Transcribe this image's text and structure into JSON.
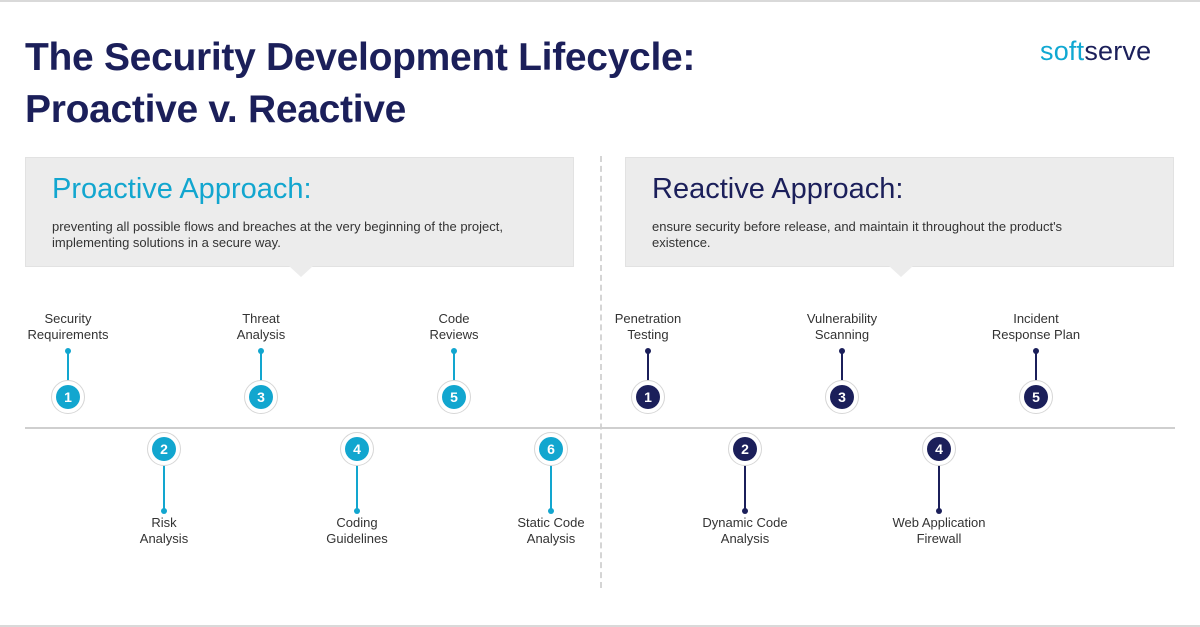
{
  "title": {
    "line1": "The Security Development Lifecycle:",
    "line2": "Proactive v. Reactive"
  },
  "logo": {
    "part1": "soft",
    "part2": "serve"
  },
  "colors": {
    "proactive": "#12a6cf",
    "reactive": "#1b1f5a",
    "title": "#1b1f5a"
  },
  "proactive": {
    "heading": "Proactive Approach:",
    "description": "preventing all possible flows and breaches at the very beginning of the project, implementing solutions in a secure way."
  },
  "reactive": {
    "heading": "Reactive Approach:",
    "description": "ensure security before release, and maintain it throughout the product's existence."
  },
  "steps": [
    {
      "group": "proactive",
      "num": "1",
      "label": "Security\nRequirements",
      "pos": "up"
    },
    {
      "group": "proactive",
      "num": "2",
      "label": "Risk\nAnalysis",
      "pos": "down"
    },
    {
      "group": "proactive",
      "num": "3",
      "label": "Threat\nAnalysis",
      "pos": "up"
    },
    {
      "group": "proactive",
      "num": "4",
      "label": "Coding\nGuidelines",
      "pos": "down"
    },
    {
      "group": "proactive",
      "num": "5",
      "label": "Code\nReviews",
      "pos": "up"
    },
    {
      "group": "proactive",
      "num": "6",
      "label": "Static Code\nAnalysis",
      "pos": "down"
    },
    {
      "group": "reactive",
      "num": "1",
      "label": "Penetration\nTesting",
      "pos": "up"
    },
    {
      "group": "reactive",
      "num": "2",
      "label": "Dynamic Code\nAnalysis",
      "pos": "down"
    },
    {
      "group": "reactive",
      "num": "3",
      "label": "Vulnerability\nScanning",
      "pos": "up"
    },
    {
      "group": "reactive",
      "num": "4",
      "label": "Web Application\nFirewall",
      "pos": "down"
    },
    {
      "group": "reactive",
      "num": "5",
      "label": "Incident\nResponse Plan",
      "pos": "up"
    }
  ]
}
